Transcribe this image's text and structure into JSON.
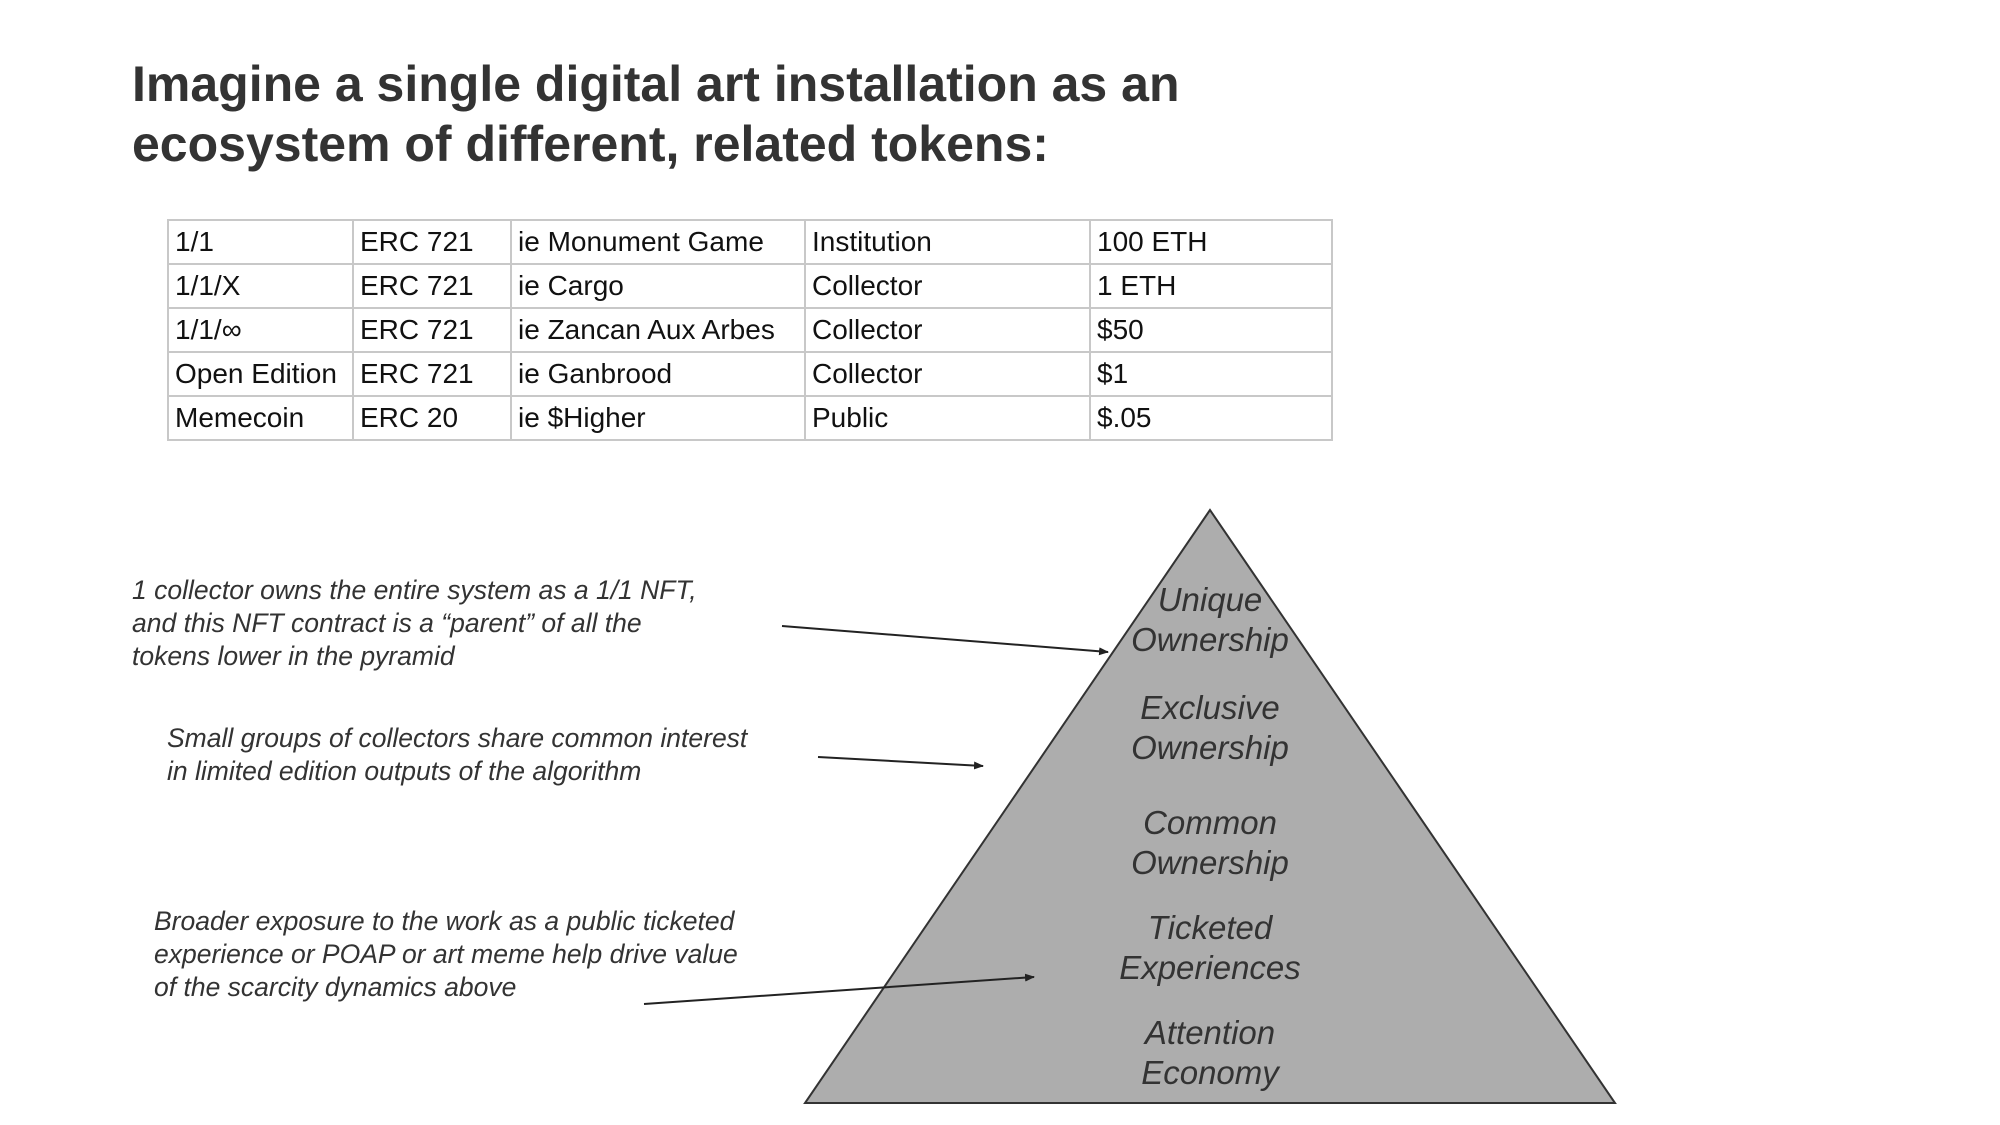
{
  "title": {
    "line1": "Imagine a single digital art installation as an",
    "line2": "ecosystem of different, related tokens:"
  },
  "table": {
    "rows": [
      [
        "1/1",
        "ERC 721",
        "ie Monument Game",
        "Institution",
        "100 ETH"
      ],
      [
        "1/1/X",
        "ERC 721",
        "ie Cargo",
        "Collector",
        "1 ETH"
      ],
      [
        "1/1/∞",
        "ERC 721",
        "ie Zancan Aux Arbes",
        "Collector",
        "$50"
      ],
      [
        "Open Edition",
        "ERC 721",
        "ie Ganbrood",
        "Collector",
        "$1"
      ],
      [
        "Memecoin",
        "ERC 20",
        "ie $Higher",
        "Public",
        "$.05"
      ]
    ]
  },
  "pyramid": {
    "fill": "#adadad",
    "tiers": [
      {
        "line1": "Unique",
        "line2": "Ownership"
      },
      {
        "line1": "Exclusive",
        "line2": "Ownership"
      },
      {
        "line1": "Common",
        "line2": "Ownership"
      },
      {
        "line1": "Ticketed",
        "line2": "Experiences"
      },
      {
        "line1": "Attention",
        "line2": "Economy"
      }
    ]
  },
  "annotations": [
    {
      "lines": [
        "1 collector owns the entire system as a 1/1 NFT,",
        "and this NFT contract is a “parent” of all the",
        "tokens lower in the pyramid"
      ]
    },
    {
      "lines": [
        "Small groups of collectors share common interest",
        "in limited edition outputs of the algorithm"
      ]
    },
    {
      "lines": [
        "Broader exposure to the work as a public ticketed",
        "experience or POAP or art meme help drive value",
        "of the scarcity dynamics above"
      ]
    }
  ]
}
